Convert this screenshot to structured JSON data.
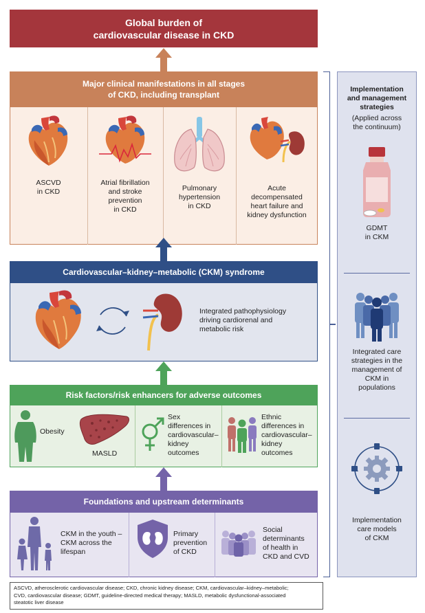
{
  "top": {
    "title_line1": "Global burden of",
    "title_line2": "cardiovascular disease in CKD"
  },
  "manifestations": {
    "header_line1": "Major clinical manifestations in all stages",
    "header_line2": "of CKD, including transplant",
    "items": [
      {
        "lines": [
          "ASCVD",
          "in CKD"
        ]
      },
      {
        "lines": [
          "Atrial fibrillation",
          "and stroke",
          "prevention",
          "in CKD"
        ]
      },
      {
        "lines": [
          "Pulmonary",
          "hypertension",
          "in CKD"
        ]
      },
      {
        "lines": [
          "Acute",
          "decompensated",
          "heart failure and",
          "kidney dysfunction"
        ]
      }
    ]
  },
  "ckm": {
    "header": "Cardiovascular–kidney–metabolic (CKM) syndrome",
    "text_lines": [
      "Integrated pathophysiology",
      "driving cardiorenal and",
      "metabolic risk"
    ]
  },
  "risk": {
    "header": "Risk factors/risk enhancers for adverse outcomes",
    "obesity": "Obesity",
    "masld": "MASLD",
    "sex_lines": [
      "Sex",
      "differences in",
      "cardiovascular–",
      "kidney",
      "outcomes"
    ],
    "ethnic_lines": [
      "Ethnic",
      "differences in",
      "cardiovascular–",
      "kidney",
      "outcomes"
    ]
  },
  "foundations": {
    "header": "Foundations and upstream determinants",
    "youth_lines": [
      "CKM in the youth –",
      "CKM across the",
      "lifespan"
    ],
    "primary_lines": [
      "Primary",
      "prevention",
      "of CKD"
    ],
    "social_lines": [
      "Social",
      "determinants",
      "of health in",
      "CKD and CVD"
    ]
  },
  "side": {
    "title_lines": [
      "Implementation",
      "and management",
      "strategies"
    ],
    "subtitle_lines": [
      "(Applied across",
      "the continuum)"
    ],
    "gdmt_lines": [
      "GDMT",
      "in CKM"
    ],
    "care_lines": [
      "Integrated care",
      "strategies in the",
      "management of",
      "CKM in",
      "populations"
    ],
    "impl_lines": [
      "Implementation",
      "care models",
      "of CKM"
    ]
  },
  "footnote": {
    "line1": "ASCVD, atherosclerotic cardiovascular disease; CKD, chronic kidney disease; CKM, cardiovascular–kidney–metabolic;",
    "line2": "CVD, cardiovascular disease; GDMT, guideline-directed medical therapy; MASLD, metabolic dysfunctional-associated",
    "line3": "steatotic liver disease"
  },
  "colors": {
    "top_red": "#a4363c",
    "manif_orange": "#c8825a",
    "manif_bg": "#fbeee5",
    "ckm_blue": "#2f4f86",
    "ckm_bg": "#e2e5ee",
    "risk_green": "#4ea35a",
    "risk_bg": "#e8f1e4",
    "found_purple": "#7463a8",
    "found_bg": "#e8e5f1",
    "side_bg": "#dfe2ee",
    "heart_red": "#d9473b",
    "kidney": "#9e3a36"
  }
}
